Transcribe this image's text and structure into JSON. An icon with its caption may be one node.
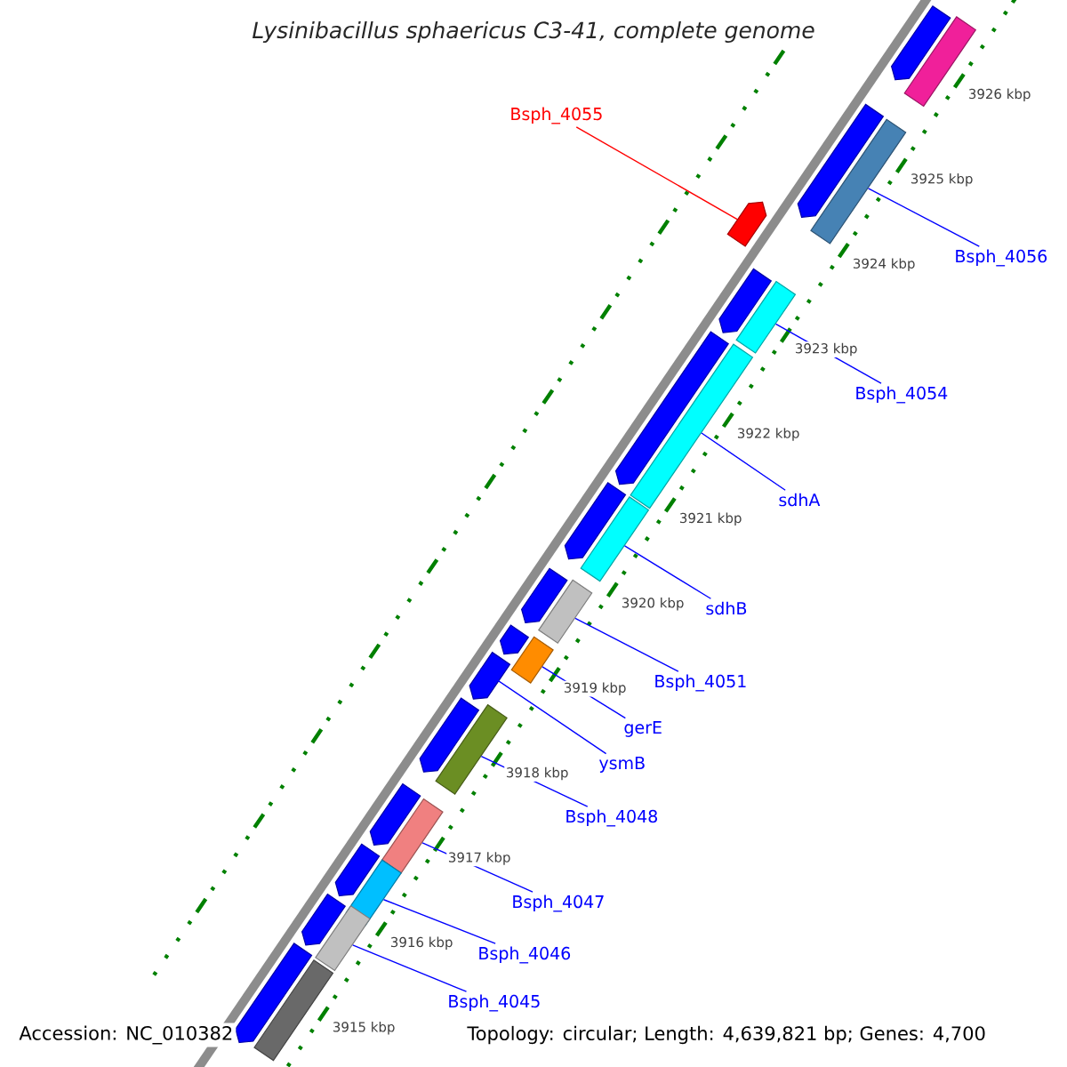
{
  "diagram": {
    "title": "Lysinibacillus sphaericus C3-41, complete genome",
    "nodes": [
      {
        "text": [
          "Bsph_4055"
        ]
      },
      {
        "text": [
          "Bsph_4056"
        ]
      },
      {
        "text": [
          "Bsph_4054"
        ]
      },
      {
        "text": [
          "sdhA"
        ]
      },
      {
        "text": [
          "sdhB"
        ]
      },
      {
        "text": [
          "Bsph_4051"
        ]
      },
      {
        "text": [
          "gerE"
        ]
      },
      {
        "text": [
          "ysmB"
        ]
      },
      {
        "text": [
          "Bsph_4048"
        ]
      },
      {
        "text": [
          "Bsph_4047"
        ]
      },
      {
        "text": [
          "Bsph_4046"
        ]
      },
      {
        "text": [
          "Bsph_4045"
        ]
      },
      {
        "text": [],
        "shape": "pentagon"
      },
      {
        "text": [],
        "shape": "bar"
      },
      {
        "text": [],
        "shape": "pentagon"
      },
      {
        "text": [],
        "shape": "pentagon"
      },
      {
        "text": [],
        "shape": "bar"
      },
      {
        "text": [],
        "shape": "pentagon"
      },
      {
        "text": [],
        "shape": "bar"
      },
      {
        "text": [],
        "shape": "pentagon"
      },
      {
        "text": [],
        "shape": "bar"
      },
      {
        "text": [],
        "shape": "pentagon"
      },
      {
        "text": [],
        "shape": "bar"
      },
      {
        "text": [],
        "shape": "pentagon"
      },
      {
        "text": [],
        "shape": "bar"
      },
      {
        "text": [],
        "shape": "pentagon"
      },
      {
        "text": [],
        "shape": "bar"
      },
      {
        "text": [],
        "shape": "pentagon"
      },
      {
        "text": [],
        "shape": "pentagon"
      },
      {
        "text": [],
        "shape": "bar"
      },
      {
        "text": [],
        "shape": "pentagon"
      },
      {
        "text": [],
        "shape": "bar"
      },
      {
        "text": [],
        "shape": "pentagon"
      },
      {
        "text": [],
        "shape": "bar"
      },
      {
        "text": [],
        "shape": "pentagon"
      },
      {
        "text": [],
        "shape": "bar"
      },
      {
        "text": [],
        "shape": "pentagon"
      },
      {
        "text": [],
        "shape": "bar"
      }
    ],
    "edges": [
      {
        "from": 0,
        "to": 14,
        "arrow": "none",
        "color": "#ff0000"
      },
      {
        "from": 1,
        "to": 16,
        "arrow": "none"
      },
      {
        "from": 2,
        "to": 18,
        "arrow": "none"
      },
      {
        "from": 3,
        "to": 20,
        "arrow": "none"
      },
      {
        "from": 4,
        "to": 22,
        "arrow": "none"
      },
      {
        "from": 5,
        "to": 24,
        "arrow": "none"
      },
      {
        "from": 6,
        "to": 26,
        "arrow": "none"
      },
      {
        "from": 7,
        "to": 27,
        "arrow": "none"
      },
      {
        "from": 8,
        "to": 29,
        "arrow": "none"
      },
      {
        "from": 9,
        "to": 31,
        "arrow": "none"
      },
      {
        "from": 10,
        "to": 33,
        "arrow": "none"
      },
      {
        "from": 11,
        "to": 35,
        "arrow": "none"
      }
    ],
    "labels": [
      "3926 kbp",
      "3925 kbp",
      "3924 kbp",
      "3923 kbp",
      "3922 kbp",
      "3921 kbp",
      "3920 kbp",
      "3919 kbp",
      "3918 kbp",
      "3917 kbp",
      "3916 kbp",
      "3915 kbp",
      "Accession: NC_010382",
      "Topology: circular; Length: 4,639,821 bp; Genes: 4,700"
    ]
  }
}
